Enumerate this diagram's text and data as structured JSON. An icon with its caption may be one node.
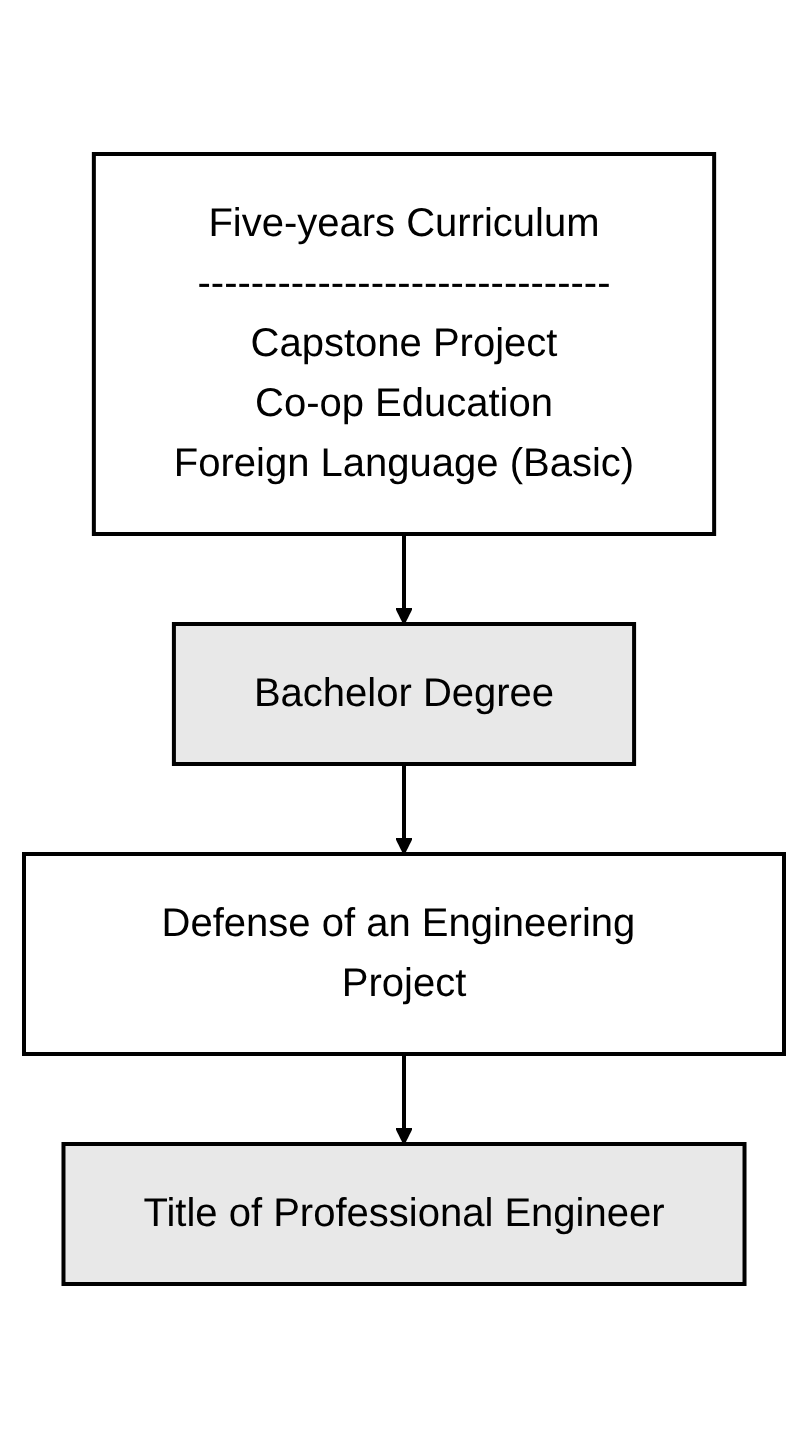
{
  "diagram": {
    "nodes": [
      {
        "text": [
          "Five-years Curriculum",
          "-------------------------------",
          "Capstone Project",
          "Co-op Education",
          "Foreign Language (Basic)"
        ]
      },
      {
        "text": [
          "Bachelor Degree"
        ]
      },
      {
        "text": [
          "Defense of an Engineering Project"
        ]
      },
      {
        "text": [
          "Title of Professional Engineer"
        ]
      }
    ],
    "edges": [
      {
        "from": 0,
        "to": 1,
        "arrow": "to"
      },
      {
        "from": 1,
        "to": 2,
        "arrow": "to"
      },
      {
        "from": 2,
        "to": 3,
        "arrow": "to"
      }
    ]
  }
}
